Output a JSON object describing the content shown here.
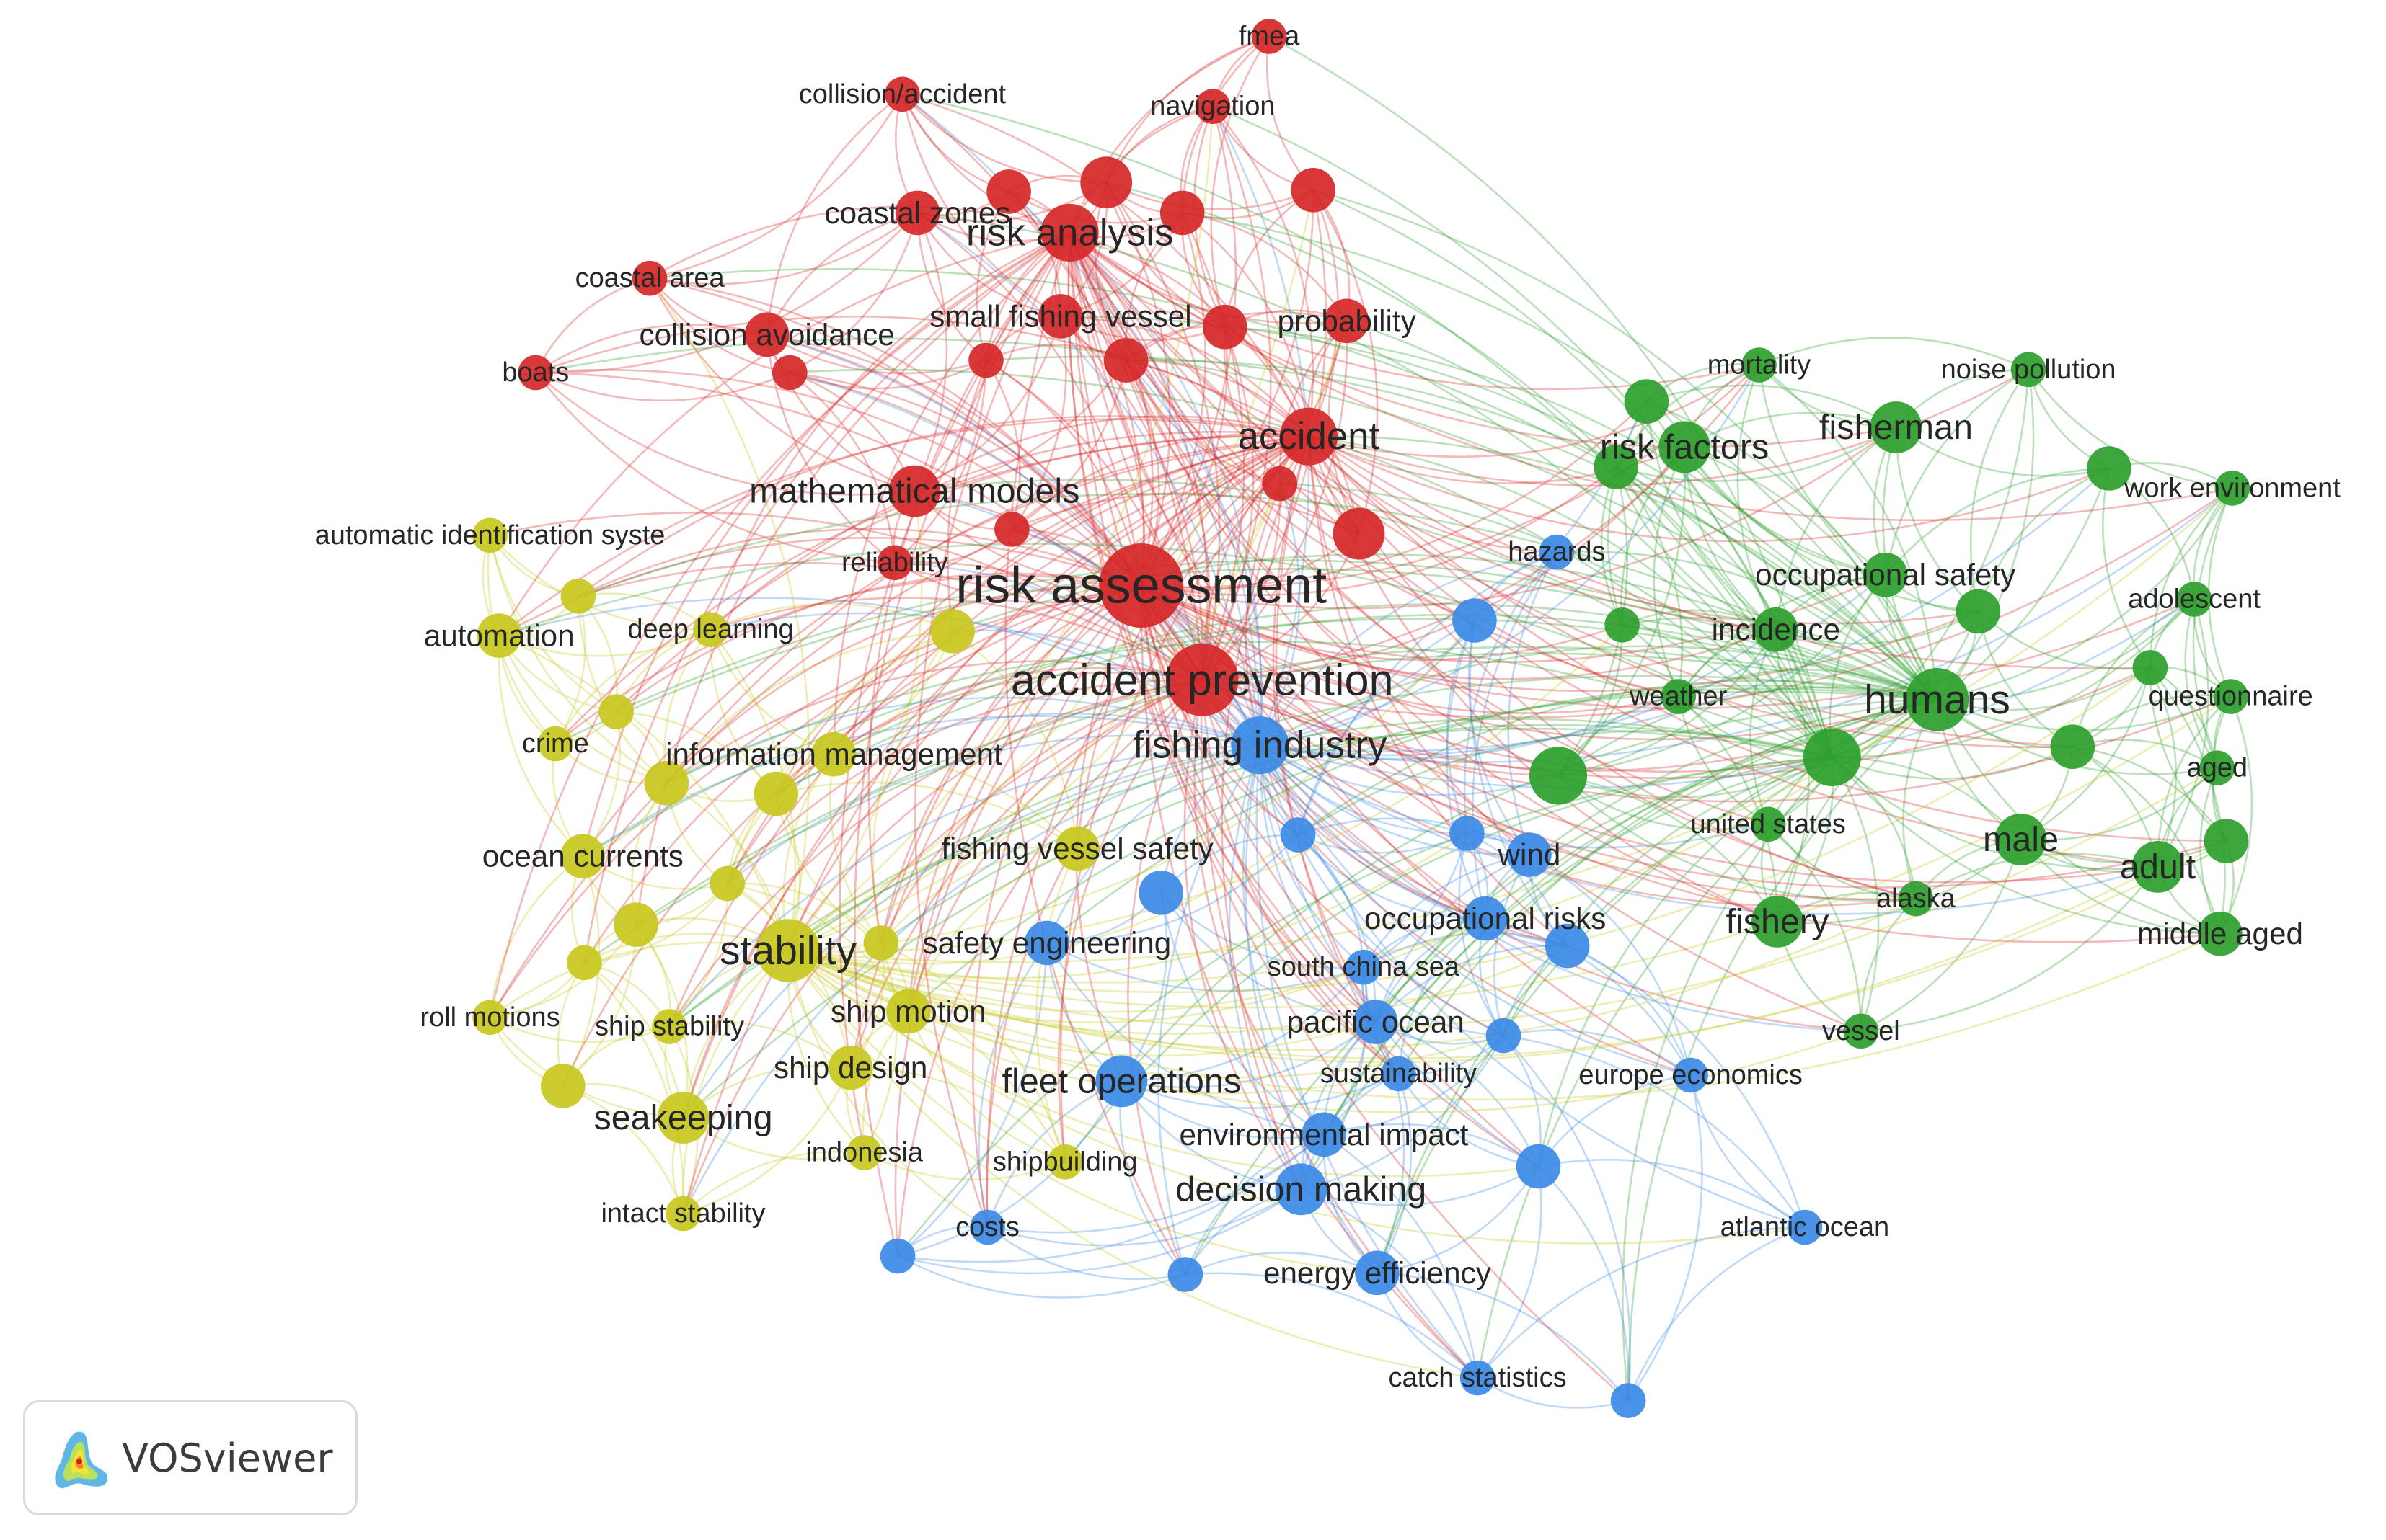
{
  "app": {
    "name": "VOSviewer",
    "logo_icon": "vosviewer-density-logo-icon"
  },
  "clusters": [
    {
      "id": "red",
      "color": "#d62728"
    },
    {
      "id": "green",
      "color": "#2ca02c"
    },
    {
      "id": "blue",
      "color": "#3b8ae6"
    },
    {
      "id": "yellow",
      "color": "#c8c81e"
    }
  ],
  "nodes": [
    {
      "id": "fmea",
      "label": "fmea",
      "cluster": "red",
      "weight": 1
    },
    {
      "id": "collision_accident",
      "label": "collision/accident",
      "cluster": "red",
      "weight": 1
    },
    {
      "id": "navigation",
      "label": "navigation",
      "cluster": "red",
      "weight": 1
    },
    {
      "id": "coastal_zones",
      "label": "coastal zones",
      "cluster": "red",
      "weight": 2
    },
    {
      "id": "risk_analysis",
      "label": "risk analysis",
      "cluster": "red",
      "weight": 4
    },
    {
      "id": "coastal_area",
      "label": "coastal area",
      "cluster": "red",
      "weight": 1
    },
    {
      "id": "collision_avoidance",
      "label": "collision avoidance",
      "cluster": "red",
      "weight": 2
    },
    {
      "id": "small_fishing_vessel",
      "label": "small fishing vessel",
      "cluster": "red",
      "weight": 2
    },
    {
      "id": "probability",
      "label": "probability",
      "cluster": "red",
      "weight": 2
    },
    {
      "id": "boats",
      "label": "boats",
      "cluster": "red",
      "weight": 1
    },
    {
      "id": "accident",
      "label": "accident",
      "cluster": "red",
      "weight": 4
    },
    {
      "id": "mathematical_models",
      "label": "mathematical models",
      "cluster": "red",
      "weight": 3
    },
    {
      "id": "reliability",
      "label": "reliability",
      "cluster": "red",
      "weight": 1
    },
    {
      "id": "risk_assessment",
      "label": "risk assessment",
      "cluster": "red",
      "weight": 10
    },
    {
      "id": "accident_prevention",
      "label": "accident prevention",
      "cluster": "red",
      "weight": 7
    },
    {
      "id": "red_a",
      "label": "",
      "cluster": "red",
      "weight": 3
    },
    {
      "id": "red_b",
      "label": "",
      "cluster": "red",
      "weight": 2
    },
    {
      "id": "red_c",
      "label": "",
      "cluster": "red",
      "weight": 2
    },
    {
      "id": "red_d",
      "label": "",
      "cluster": "red",
      "weight": 2
    },
    {
      "id": "red_e",
      "label": "",
      "cluster": "red",
      "weight": 2
    },
    {
      "id": "red_f",
      "label": "",
      "cluster": "red",
      "weight": 2
    },
    {
      "id": "red_g",
      "label": "",
      "cluster": "red",
      "weight": 1
    },
    {
      "id": "red_h",
      "label": "",
      "cluster": "red",
      "weight": 3
    },
    {
      "id": "red_i",
      "label": "",
      "cluster": "red",
      "weight": 1
    },
    {
      "id": "red_j",
      "label": "",
      "cluster": "red",
      "weight": 1
    },
    {
      "id": "red_k",
      "label": "",
      "cluster": "red",
      "weight": 1
    },
    {
      "id": "mortality",
      "label": "mortality",
      "cluster": "green",
      "weight": 1
    },
    {
      "id": "noise_pollution",
      "label": "noise pollution",
      "cluster": "green",
      "weight": 1
    },
    {
      "id": "fisherman",
      "label": "fisherman",
      "cluster": "green",
      "weight": 3
    },
    {
      "id": "risk_factors",
      "label": "risk factors",
      "cluster": "green",
      "weight": 3
    },
    {
      "id": "work_environment",
      "label": "work environment",
      "cluster": "green",
      "weight": 1
    },
    {
      "id": "occupational_safety",
      "label": "occupational safety",
      "cluster": "green",
      "weight": 2
    },
    {
      "id": "adolescent",
      "label": "adolescent",
      "cluster": "green",
      "weight": 1
    },
    {
      "id": "incidence",
      "label": "incidence",
      "cluster": "green",
      "weight": 2
    },
    {
      "id": "humans",
      "label": "humans",
      "cluster": "green",
      "weight": 5
    },
    {
      "id": "questionnaire",
      "label": "questionnaire",
      "cluster": "green",
      "weight": 1
    },
    {
      "id": "weather",
      "label": "weather",
      "cluster": "green",
      "weight": 1
    },
    {
      "id": "aged",
      "label": "aged",
      "cluster": "green",
      "weight": 1
    },
    {
      "id": "united_states",
      "label": "united states",
      "cluster": "green",
      "weight": 1
    },
    {
      "id": "male",
      "label": "male",
      "cluster": "green",
      "weight": 3
    },
    {
      "id": "adult",
      "label": "adult",
      "cluster": "green",
      "weight": 3
    },
    {
      "id": "alaska",
      "label": "alaska",
      "cluster": "green",
      "weight": 1
    },
    {
      "id": "fishery",
      "label": "fishery",
      "cluster": "green",
      "weight": 3
    },
    {
      "id": "middle_aged",
      "label": "middle aged",
      "cluster": "green",
      "weight": 2
    },
    {
      "id": "vessel",
      "label": "vessel",
      "cluster": "green",
      "weight": 1
    },
    {
      "id": "green_a",
      "label": "",
      "cluster": "green",
      "weight": 4
    },
    {
      "id": "green_b",
      "label": "",
      "cluster": "green",
      "weight": 4
    },
    {
      "id": "green_c",
      "label": "",
      "cluster": "green",
      "weight": 2
    },
    {
      "id": "green_d",
      "label": "",
      "cluster": "green",
      "weight": 2
    },
    {
      "id": "green_e",
      "label": "",
      "cluster": "green",
      "weight": 2
    },
    {
      "id": "green_f",
      "label": "",
      "cluster": "green",
      "weight": 2
    },
    {
      "id": "green_g",
      "label": "",
      "cluster": "green",
      "weight": 1
    },
    {
      "id": "green_h",
      "label": "",
      "cluster": "green",
      "weight": 2
    },
    {
      "id": "green_i",
      "label": "",
      "cluster": "green",
      "weight": 1
    },
    {
      "id": "green_j",
      "label": "",
      "cluster": "green",
      "weight": 2
    },
    {
      "id": "hazards",
      "label": "hazards",
      "cluster": "blue",
      "weight": 1
    },
    {
      "id": "fishing_industry",
      "label": "fishing industry",
      "cluster": "blue",
      "weight": 4
    },
    {
      "id": "wind",
      "label": "wind",
      "cluster": "blue",
      "weight": 2
    },
    {
      "id": "occupational_risks",
      "label": "occupational risks",
      "cluster": "blue",
      "weight": 2
    },
    {
      "id": "safety_engineering",
      "label": "safety engineering",
      "cluster": "blue",
      "weight": 2
    },
    {
      "id": "south_china_sea",
      "label": "south china sea",
      "cluster": "blue",
      "weight": 1
    },
    {
      "id": "pacific_ocean",
      "label": "pacific ocean",
      "cluster": "blue",
      "weight": 2
    },
    {
      "id": "sustainability",
      "label": "sustainability",
      "cluster": "blue",
      "weight": 1
    },
    {
      "id": "europe_economics",
      "label": "europe economics",
      "cluster": "blue",
      "weight": 1
    },
    {
      "id": "fleet_operations",
      "label": "fleet operations",
      "cluster": "blue",
      "weight": 3
    },
    {
      "id": "environmental_impact",
      "label": "environmental impact",
      "cluster": "blue",
      "weight": 2
    },
    {
      "id": "decision_making",
      "label": "decision making",
      "cluster": "blue",
      "weight": 3
    },
    {
      "id": "costs",
      "label": "costs",
      "cluster": "blue",
      "weight": 1
    },
    {
      "id": "energy_efficiency",
      "label": "energy efficiency",
      "cluster": "blue",
      "weight": 2
    },
    {
      "id": "atlantic_ocean",
      "label": "atlantic ocean",
      "cluster": "blue",
      "weight": 1
    },
    {
      "id": "catch_statistics",
      "label": "catch statistics",
      "cluster": "blue",
      "weight": 1
    },
    {
      "id": "blue_a",
      "label": "",
      "cluster": "blue",
      "weight": 2
    },
    {
      "id": "blue_b",
      "label": "",
      "cluster": "blue",
      "weight": 2
    },
    {
      "id": "blue_c",
      "label": "",
      "cluster": "blue",
      "weight": 1
    },
    {
      "id": "blue_d",
      "label": "",
      "cluster": "blue",
      "weight": 2
    },
    {
      "id": "blue_e",
      "label": "",
      "cluster": "blue",
      "weight": 1
    },
    {
      "id": "blue_f",
      "label": "",
      "cluster": "blue",
      "weight": 1
    },
    {
      "id": "blue_g",
      "label": "",
      "cluster": "blue",
      "weight": 1
    },
    {
      "id": "blue_h",
      "label": "",
      "cluster": "blue",
      "weight": 2
    },
    {
      "id": "blue_i",
      "label": "",
      "cluster": "blue",
      "weight": 1
    },
    {
      "id": "blue_j",
      "label": "",
      "cluster": "blue",
      "weight": 1
    },
    {
      "id": "automatic_identification_syste",
      "label": "automatic identification syste",
      "cluster": "yellow",
      "weight": 1
    },
    {
      "id": "automation",
      "label": "automation",
      "cluster": "yellow",
      "weight": 2
    },
    {
      "id": "deep_learning",
      "label": "deep learning",
      "cluster": "yellow",
      "weight": 1
    },
    {
      "id": "crime",
      "label": "crime",
      "cluster": "yellow",
      "weight": 1
    },
    {
      "id": "information_management",
      "label": "information management",
      "cluster": "yellow",
      "weight": 2
    },
    {
      "id": "ocean_currents",
      "label": "ocean currents",
      "cluster": "yellow",
      "weight": 2
    },
    {
      "id": "fishing_vessel_safety",
      "label": "fishing vessel safety",
      "cluster": "yellow",
      "weight": 2
    },
    {
      "id": "stability",
      "label": "stability",
      "cluster": "yellow",
      "weight": 5
    },
    {
      "id": "roll_motions",
      "label": "roll motions",
      "cluster": "yellow",
      "weight": 1
    },
    {
      "id": "ship_stability",
      "label": "ship stability",
      "cluster": "yellow",
      "weight": 1
    },
    {
      "id": "ship_motion",
      "label": "ship motion",
      "cluster": "yellow",
      "weight": 2
    },
    {
      "id": "ship_design",
      "label": "ship design",
      "cluster": "yellow",
      "weight": 2
    },
    {
      "id": "seakeeping",
      "label": "seakeeping",
      "cluster": "yellow",
      "weight": 3
    },
    {
      "id": "indonesia",
      "label": "indonesia",
      "cluster": "yellow",
      "weight": 1
    },
    {
      "id": "shipbuilding",
      "label": "shipbuilding",
      "cluster": "yellow",
      "weight": 1
    },
    {
      "id": "intact_stability",
      "label": "intact stability",
      "cluster": "yellow",
      "weight": 1
    },
    {
      "id": "yellow_a",
      "label": "",
      "cluster": "yellow",
      "weight": 2
    },
    {
      "id": "yellow_b",
      "label": "",
      "cluster": "yellow",
      "weight": 2
    },
    {
      "id": "yellow_c",
      "label": "",
      "cluster": "yellow",
      "weight": 2
    },
    {
      "id": "yellow_d",
      "label": "",
      "cluster": "yellow",
      "weight": 1
    },
    {
      "id": "yellow_e",
      "label": "",
      "cluster": "yellow",
      "weight": 1
    },
    {
      "id": "yellow_f",
      "label": "",
      "cluster": "yellow",
      "weight": 2
    },
    {
      "id": "yellow_g",
      "label": "",
      "cluster": "yellow",
      "weight": 1
    },
    {
      "id": "yellow_h",
      "label": "",
      "cluster": "yellow",
      "weight": 1
    },
    {
      "id": "yellow_i",
      "label": "",
      "cluster": "yellow",
      "weight": 1
    },
    {
      "id": "yellow_j",
      "label": "",
      "cluster": "yellow",
      "weight": 2
    }
  ]
}
